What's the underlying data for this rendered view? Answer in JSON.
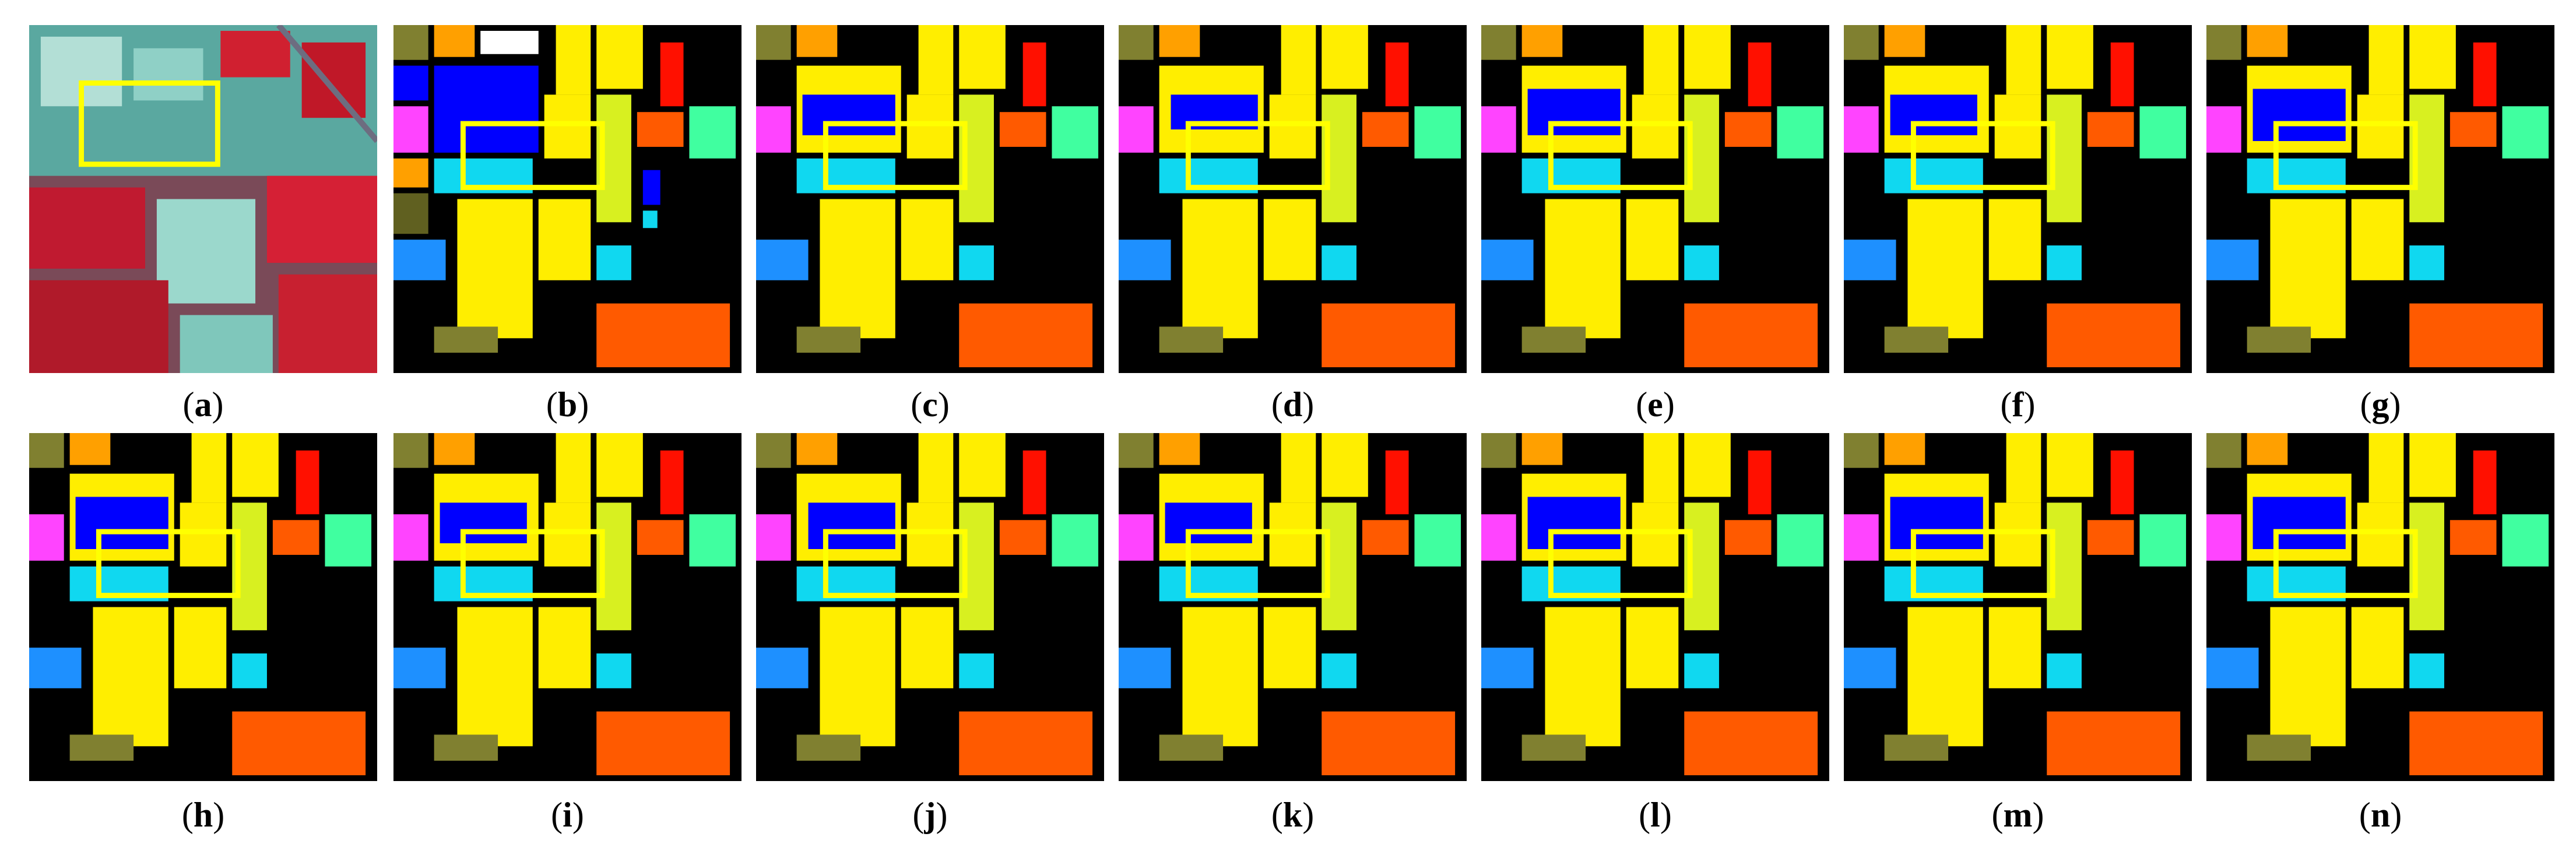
{
  "figure": {
    "panels": [
      {
        "label": "a",
        "kind": "false-color"
      },
      {
        "label": "b",
        "kind": "ground-truth"
      },
      {
        "label": "c",
        "kind": "classification-map"
      },
      {
        "label": "d",
        "kind": "classification-map"
      },
      {
        "label": "e",
        "kind": "classification-map"
      },
      {
        "label": "f",
        "kind": "classification-map"
      },
      {
        "label": "g",
        "kind": "classification-map"
      },
      {
        "label": "h",
        "kind": "classification-map"
      },
      {
        "label": "i",
        "kind": "classification-map"
      },
      {
        "label": "j",
        "kind": "classification-map"
      },
      {
        "label": "k",
        "kind": "classification-map"
      },
      {
        "label": "l",
        "kind": "classification-map"
      },
      {
        "label": "m",
        "kind": "classification-map"
      },
      {
        "label": "n",
        "kind": "classification-map"
      }
    ],
    "highlight_color": "#ffff00",
    "class_colors": {
      "background": "#000000",
      "yellow": "#ffee00",
      "lime": "#d8f020",
      "blue": "#0000ff",
      "cyan": "#10d8f0",
      "azure": "#1e90ff",
      "orange": "#ff5a00",
      "amber": "#ffa000",
      "red": "#ff1000",
      "magenta": "#ff44ff",
      "crimson": "#ff1060",
      "olive": "#808030",
      "aquamarine": "#40ffa0",
      "teal": "#006060",
      "white": "#ffffff",
      "dark-olive": "#606020"
    }
  }
}
